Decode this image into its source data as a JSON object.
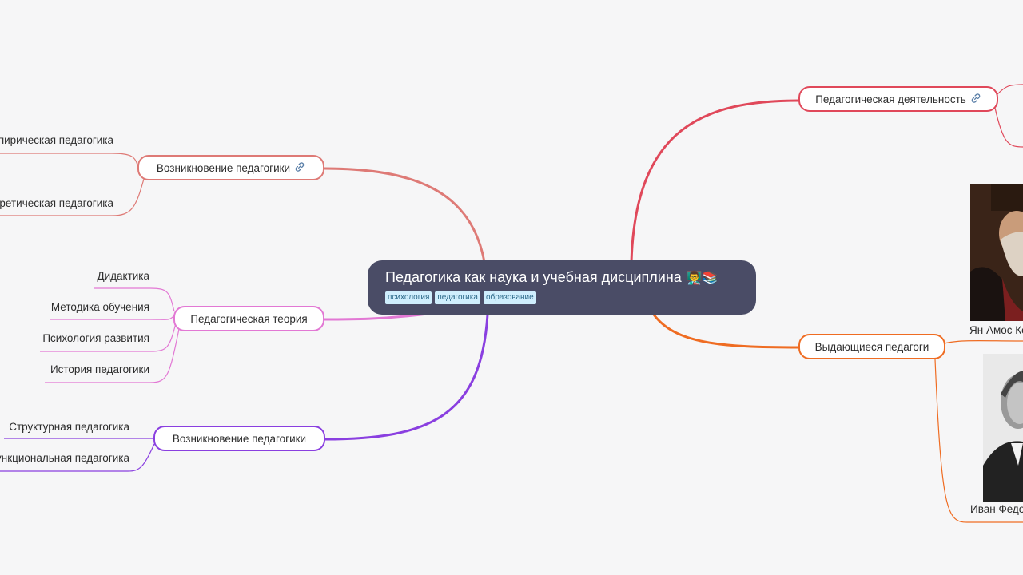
{
  "colors": {
    "background": "#f6f6f7",
    "central_fill": "#4a4c66",
    "branch_origin": "#de7a76",
    "branch_theory": "#e278d4",
    "branch_origin2": "#8a3fe0",
    "branch_activity": "#e0485a",
    "branch_teachers": "#ef6c22",
    "tag_fill": "#cfeefd"
  },
  "central": {
    "title": "Педагогика как наука и учебная дисциплина",
    "emoji": "👨‍🏫📚",
    "tags": [
      "психология",
      "педагогика",
      "образование"
    ]
  },
  "branches": {
    "origin": {
      "label": "Возникновение педагогики",
      "link_icon": "link-icon",
      "children": [
        "Эмпирическая педагогика",
        "Теоретическая педагогика"
      ]
    },
    "theory": {
      "label": "Педагогическая теория",
      "children": [
        "Дидактика",
        "Методика обучения",
        "Психология развития",
        "История педагогики"
      ]
    },
    "origin2": {
      "label": "Возникновение педагогики",
      "children": [
        "Структурная педагогика",
        "Функциональная педагогика"
      ]
    },
    "activity": {
      "label": "Педагогическая деятельность",
      "link_icon": "link-icon"
    },
    "teachers": {
      "label": "Выдающиеся педагоги",
      "people": [
        "Ян Амос Коменский",
        "Иван Федорович"
      ]
    }
  }
}
